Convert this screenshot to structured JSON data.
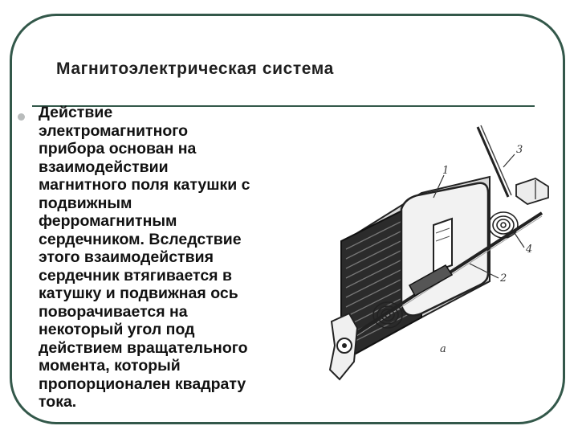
{
  "slide": {
    "title": "Магнитоэлектрическая система",
    "body": "Действие\nэлектромагнитного\nприбора основан на\nвзаимодействии\nмагнитного поля катушки с\nподвижным\nферромагнитным\nсердечником. Вследствие\nэтого взаимодействия\nсердечник втягивается в\nкатушку и подвижная ось\nповорачивается на\nнекоторый угол под\nдействием вращательного\nмомента, который\nпропорционален квадрату\nтока."
  },
  "figure": {
    "labels": [
      "1",
      "2",
      "3",
      "4",
      "а"
    ]
  }
}
